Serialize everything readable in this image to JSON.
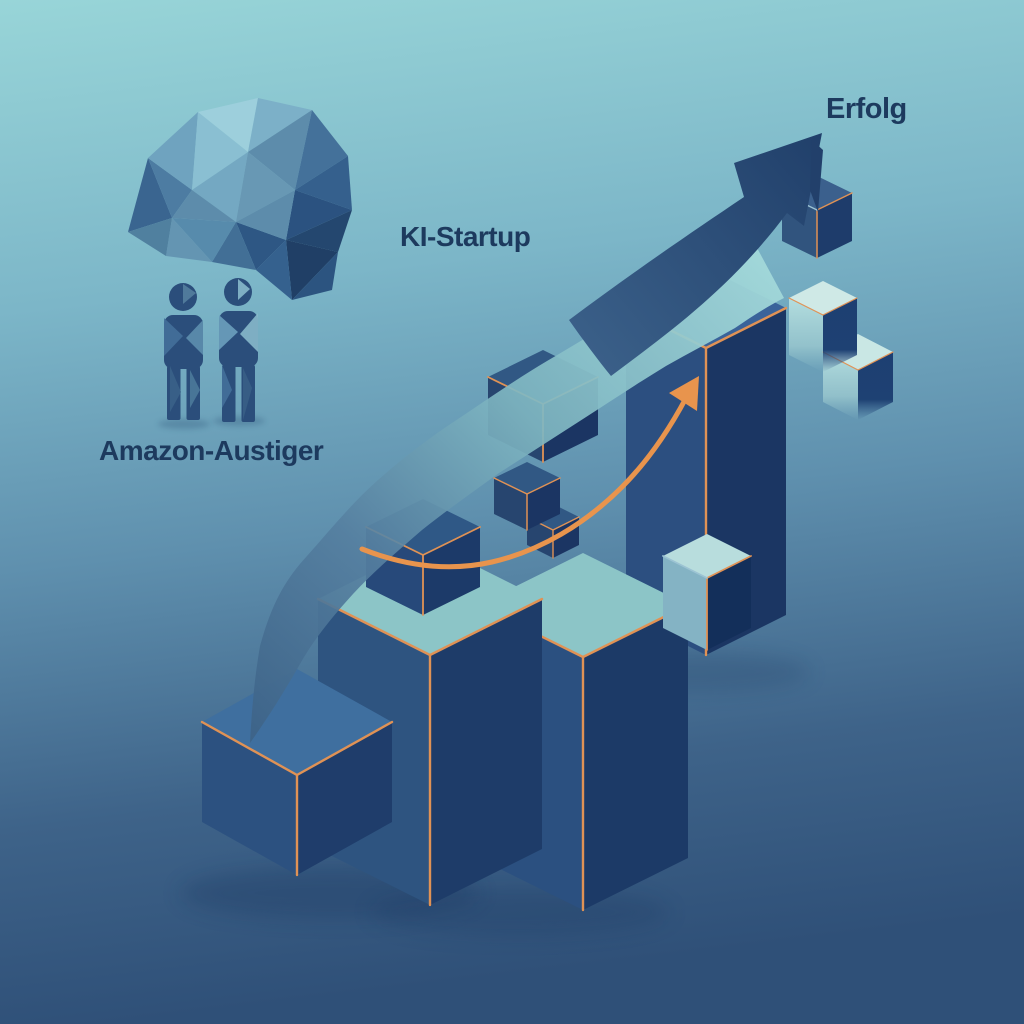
{
  "diagram": {
    "type": "isometric-growth-illustration",
    "stages": [
      {
        "id": "amazon-austiger",
        "label": "Amazon-Austiger"
      },
      {
        "id": "ki-startup",
        "label": "KI-Startup"
      },
      {
        "id": "erfolg",
        "label": "Erfolg"
      }
    ]
  },
  "labels": {
    "amazon_austiger": "Amazon-Austiger",
    "ki_startup": "KI-Startup",
    "erfolg": "Erfolg"
  },
  "icons": {
    "brain": "brain-icon",
    "people": "two-people-icon",
    "growth_band": "growth-swoosh-icon",
    "success_arrow": "success-arrow-icon",
    "trend_arrow": "trend-arrow-icon",
    "cubes": "isometric-cube-steps"
  },
  "palette": {
    "background_top": "#98d5d8",
    "background_bottom": "#2f5078",
    "cube_navy_dark": "#1b3663",
    "cube_navy": "#2c5080",
    "cube_top_blue": "#3f6f9f",
    "cube_top_teal": "#8cc5c7",
    "edge_orange": "#e09255",
    "arrow_orange": "#e8944d",
    "arrow_navy": "#27466f",
    "band_teal": "#a3d9da",
    "text_navy": "#1d3a5e"
  }
}
